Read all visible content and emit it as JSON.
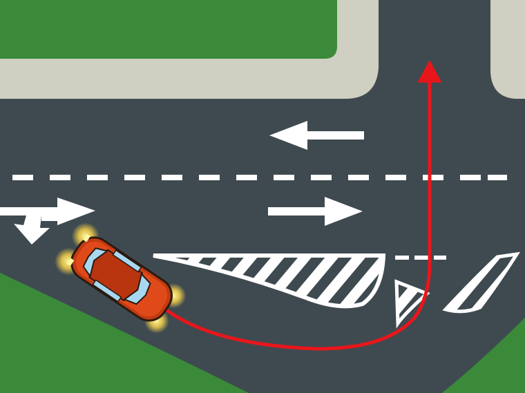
{
  "diagram": {
    "elements": [
      {
        "id": "grass",
        "kind": "background"
      },
      {
        "id": "sidewalk",
        "kind": "curb"
      },
      {
        "id": "road",
        "kind": "asphalt"
      },
      {
        "id": "center-line",
        "kind": "dashed-lane-divider"
      },
      {
        "id": "lane-arrow-left",
        "kind": "direction-arrow",
        "direction": "left"
      },
      {
        "id": "lane-arrow-right",
        "kind": "direction-arrow",
        "direction": "right"
      },
      {
        "id": "lane-arrow-right-down",
        "kind": "direction-arrow",
        "direction": "right-and-turn"
      },
      {
        "id": "hatched-island",
        "kind": "hatched-area"
      },
      {
        "id": "car",
        "kind": "vehicle",
        "lights": "hazard-on"
      },
      {
        "id": "path",
        "kind": "maneuver-path",
        "description": "u-turn-right"
      }
    ],
    "colors": {
      "grass": "#3a8a3a",
      "sidewalk": "#cfcfc2",
      "road": "#3f4a50",
      "marking": "#ffffff",
      "path": "#e8161b",
      "car": "#e04a1a",
      "glow": "#ffd84a"
    }
  }
}
